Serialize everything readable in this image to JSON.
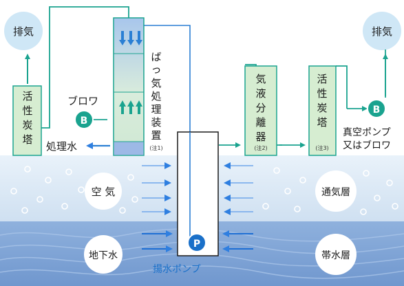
{
  "exhaust_left": "排気",
  "exhaust_right": "排気",
  "carbon_tower_left": "活性炭塔",
  "blower_label": "ブロワ",
  "blower_badge": "B",
  "bubbling_unit": "ばっ気処理装置",
  "note1": "(注1)",
  "treated_water": "処理水",
  "separator": "気液分離器",
  "note2": "(注2)",
  "carbon_tower_right": "活性炭塔",
  "note3": "(注3)",
  "vacuum_pump_line1": "真空ポンプ",
  "vacuum_pump_line2": "又はブロワ",
  "right_badge": "B",
  "air": "空 気",
  "aeration_layer": "通気層",
  "groundwater": "地下水",
  "aquifer": "帯水層",
  "pump_badge": "P",
  "pump_label": "揚水ポンプ",
  "colors": {
    "teal": "#1aa38f",
    "pipe_blue": "#2a7fd4",
    "panel_green": "#d6edd1",
    "sky_blue": "#cfe7f6",
    "unsat_zone": "#dbeaf6",
    "sat_zone": "#7ea4d6",
    "arrow_blue": "#2f7fe0"
  }
}
